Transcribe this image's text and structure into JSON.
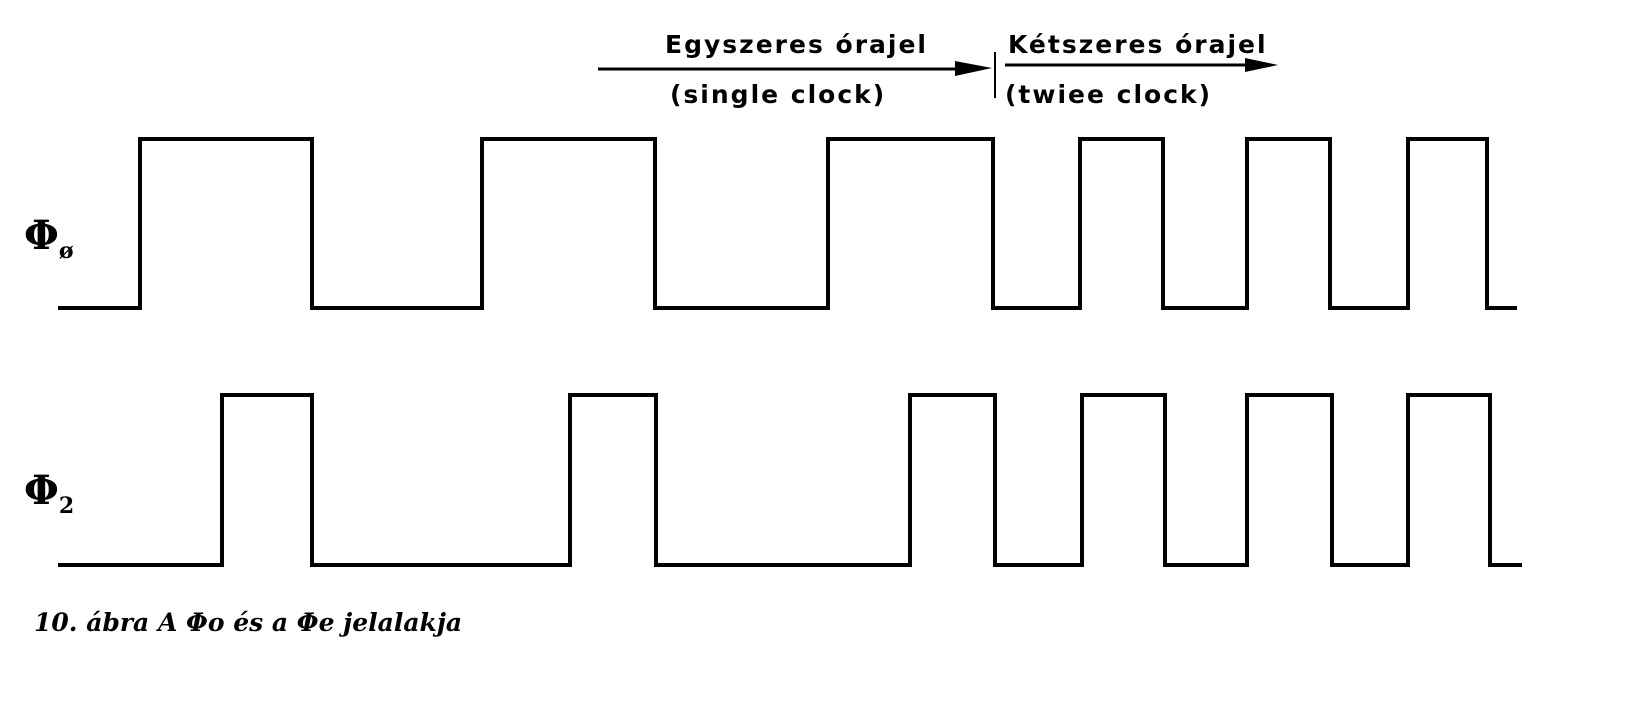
{
  "diagram": {
    "mode_labels": [
      {
        "title": "Egyszeres órajel",
        "subtitle": "(single clock)"
      },
      {
        "title": "Kétszeres órajel",
        "subtitle": "(twiee clock)"
      }
    ],
    "signals": [
      {
        "symbol": "Φ",
        "subscript": "ø"
      },
      {
        "symbol": "Φ",
        "subscript": "2"
      }
    ],
    "caption": "10. ábra A Φo és a Φe jelalakja"
  }
}
